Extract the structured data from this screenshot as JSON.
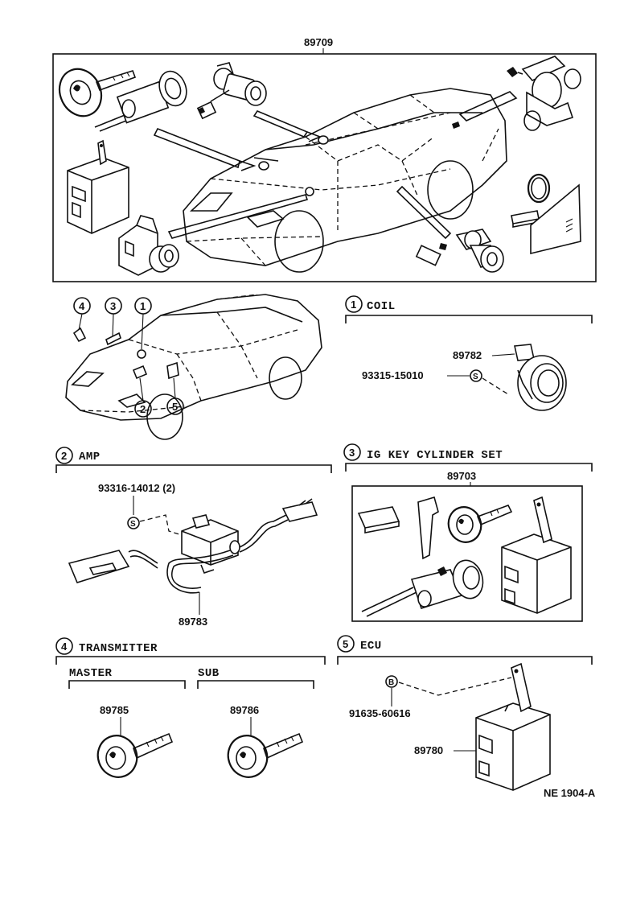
{
  "top_part_no": "89709",
  "callout_labels": [
    "4",
    "3",
    "1",
    "2",
    "5"
  ],
  "sections": {
    "coil": {
      "num": "1",
      "title": "COIL",
      "parts": [
        "89782",
        "93315-15010"
      ]
    },
    "amp": {
      "num": "2",
      "title": "AMP",
      "parts": [
        "93316-14012 (2)",
        "89783"
      ]
    },
    "ig": {
      "num": "3",
      "title": "IG KEY CYLINDER SET",
      "parts": [
        "89703"
      ]
    },
    "transmitter": {
      "num": "4",
      "title": "TRANSMITTER",
      "master": "MASTER",
      "sub": "SUB",
      "parts": [
        "89785",
        "89786"
      ]
    },
    "ecu": {
      "num": "5",
      "title": "ECU",
      "parts": [
        "91635-60616",
        "89780"
      ]
    }
  },
  "symbols": {
    "s": "S",
    "b": "B"
  },
  "drawing_code": "NE  1904-A"
}
